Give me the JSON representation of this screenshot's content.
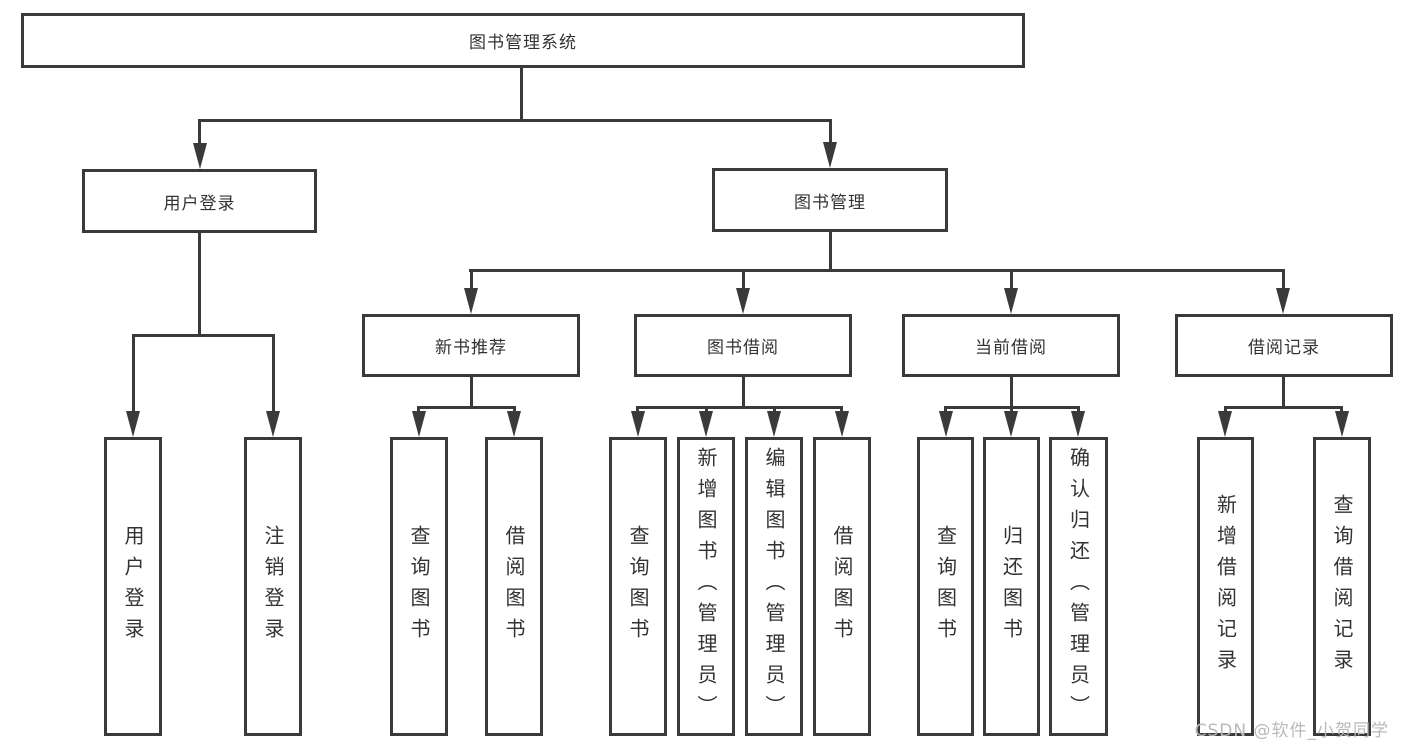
{
  "diagram_title": "图书管理系统",
  "tree": {
    "label": "图书管理系统",
    "children": [
      {
        "label": "用户登录",
        "children": [
          {
            "label": "用户登录"
          },
          {
            "label": "注销登录"
          }
        ]
      },
      {
        "label": "图书管理",
        "children": [
          {
            "label": "新书推荐",
            "children": [
              {
                "label": "查询图书"
              },
              {
                "label": "借阅图书"
              }
            ]
          },
          {
            "label": "图书借阅",
            "children": [
              {
                "label": "查询图书"
              },
              {
                "label": "新增图书（管理员）"
              },
              {
                "label": "编辑图书（管理员）"
              },
              {
                "label": "借阅图书"
              }
            ]
          },
          {
            "label": "当前借阅",
            "children": [
              {
                "label": "查询图书"
              },
              {
                "label": "归还图书"
              },
              {
                "label": "确认归还（管理员）"
              }
            ]
          },
          {
            "label": "借阅记录",
            "children": [
              {
                "label": "新增借阅记录"
              },
              {
                "label": "查询借阅记录"
              }
            ]
          }
        ]
      }
    ]
  },
  "watermark": {
    "text": "CSDN @软件_小贺同学"
  },
  "colors": {
    "line": "#3a3a3a",
    "text": "#333333",
    "background": "#ffffff",
    "watermark": "#b9b9b9"
  }
}
